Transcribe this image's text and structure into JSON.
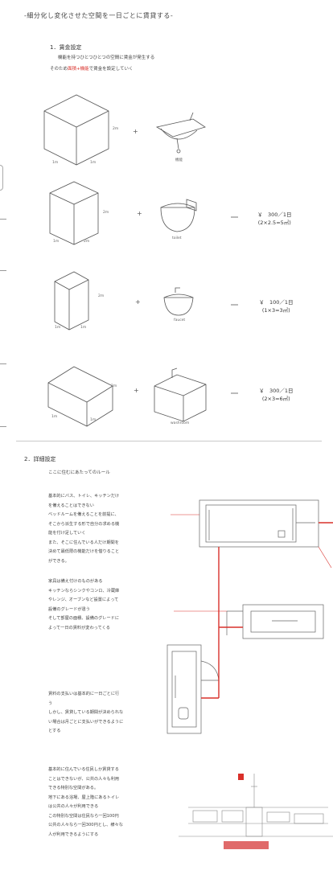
{
  "page_title": "-細分化し変化させた空間を一日ごとに賃貸する-",
  "section1": {
    "heading": "1．賃金設定",
    "line1": "機能を持つひとつひとつの空間に賃金が発生する",
    "line2_pre": "そのため",
    "line2_red": "面積+機能",
    "line2_post": "で賃金を設定していく"
  },
  "rows": [
    {
      "dim_a": "1m",
      "dim_b": "1m",
      "size": "2m",
      "item": "機能",
      "price": "",
      "formula": ""
    },
    {
      "dim_a": "1m",
      "dim_b": "2m",
      "size": "2m",
      "item": "toilet",
      "price": "￥　300／1日",
      "formula": "(2×2.5=5㎡)"
    },
    {
      "dim_a": "1m",
      "dim_b": "1m",
      "size": "2m",
      "item": "faucet",
      "price": "￥　100／1日",
      "formula": "(1×3=3㎡)"
    },
    {
      "dim_a": "1m",
      "dim_b": "1m",
      "size": "2m",
      "item": "washroom",
      "price": "￥　300／1日",
      "formula": "(2×3=6㎡)"
    }
  ],
  "section2": {
    "heading": "2．詳細設定",
    "sub": "ここに住むにあたってのルール"
  },
  "paragraphs": [
    [
      "基本的にバス、トイレ、キッチンだけ",
      "を備えることはできない",
      "ベッドルームを備えることを前提に、",
      "そこから派生する形で自分の求める機",
      "能を付け足していく",
      "また、そこに住んでいる人だけ期間を",
      "決めて最低限の機能だけを借りること",
      "ができる。"
    ],
    [
      "家具は備え付けのものがある",
      "キッチンならシンクやコンロ、冷蔵庫",
      "やレンジ、オーブンなど設置によって",
      "設備のグレードが違う",
      "そして部屋の面積、設備のグレードに",
      "よって一日の賃料が変わってくる"
    ],
    [
      "賃料の支払いは基本的に一日ごとに行",
      "う",
      "しかし、賃貸している期間が決められな",
      "い場合は月ごとに支払いができるように",
      "とする"
    ],
    [
      "基本的に住んでいる住民しか賃貸する",
      "ことはできないが、公共の人々も利用",
      "できる特別な空間がある。",
      "地下にある浴場、屋上階にあるトイレ",
      "は公共の人々が利用できる",
      "この特別な空間は住民なら一回100円",
      "公共の人々なら一回300円とし、様々な",
      "人が利用できるようにする"
    ]
  ],
  "colors": {
    "accent": "#d9302a",
    "line": "#555555"
  }
}
